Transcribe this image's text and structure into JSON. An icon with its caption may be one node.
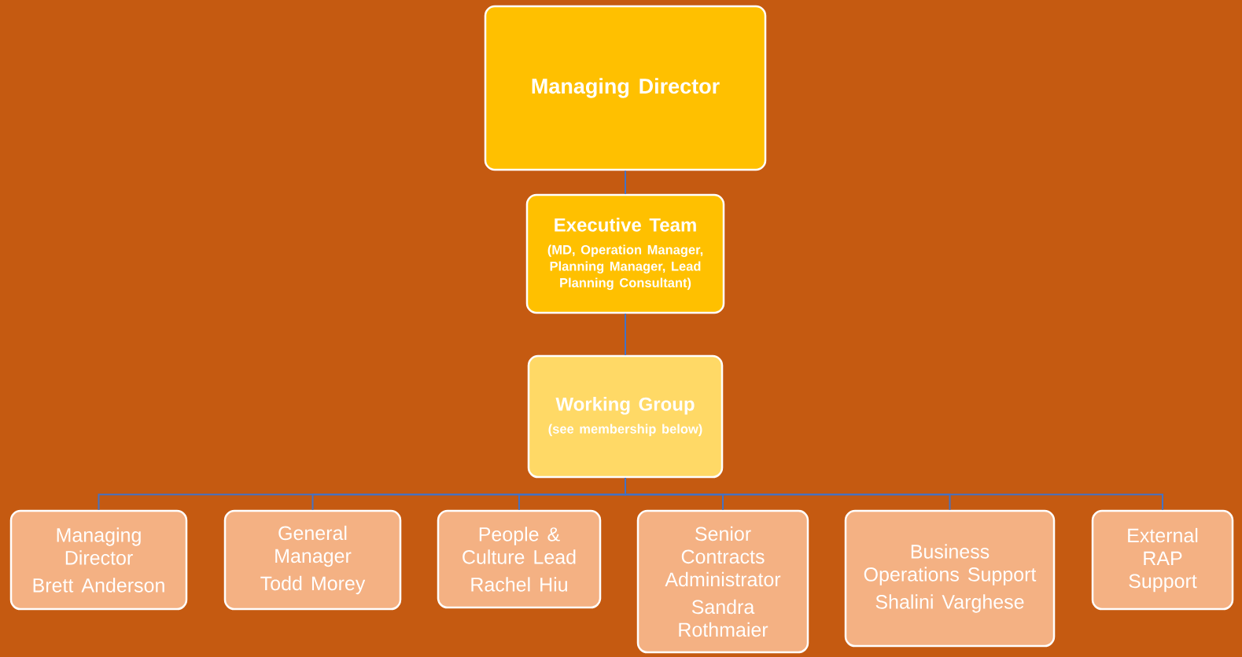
{
  "diagram": {
    "nodes": [
      {
        "text": [
          "Managing Director"
        ]
      },
      {
        "text": [
          "Executive Team",
          "(MD, Operation Manager, Planning Manager, Lead Planning Consultant)"
        ]
      },
      {
        "text": [
          "Working Group",
          "(see membership below)"
        ]
      },
      {
        "text": [
          "Managing Director",
          "Brett Anderson"
        ]
      },
      {
        "text": [
          "General Manager",
          "Todd Morey"
        ]
      },
      {
        "text": [
          "People & Culture Lead",
          "Rachel Hiu"
        ]
      },
      {
        "text": [
          "Senior Contracts Administrator",
          "Sandra Rothmaier"
        ]
      },
      {
        "text": [
          "Business Operations Support",
          "Shalini Varghese"
        ]
      },
      {
        "text": [
          "External RAP Support"
        ]
      }
    ],
    "edges": [
      {
        "from": 0,
        "to": 1,
        "arrow": "none"
      },
      {
        "from": 1,
        "to": 2,
        "arrow": "none"
      },
      {
        "from": 2,
        "to": 3,
        "arrow": "none"
      },
      {
        "from": 2,
        "to": 4,
        "arrow": "none"
      },
      {
        "from": 2,
        "to": 5,
        "arrow": "none"
      },
      {
        "from": 2,
        "to": 6,
        "arrow": "none"
      },
      {
        "from": 2,
        "to": 7,
        "arrow": "none"
      },
      {
        "from": 2,
        "to": 8,
        "arrow": "none"
      }
    ]
  }
}
